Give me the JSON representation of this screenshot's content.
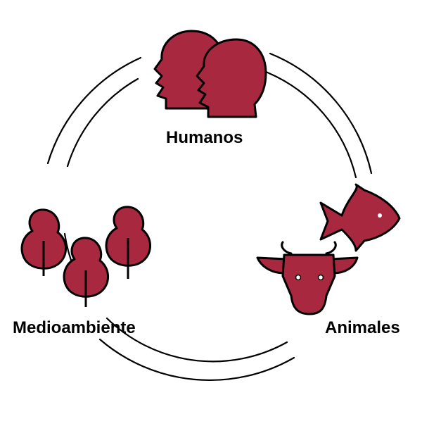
{
  "labels": {
    "humans": "Humanos",
    "environment": "Medioambiente",
    "animals": "Animales"
  },
  "icons": {
    "humans": "human-heads-icon",
    "environment": "trees-icon",
    "animals": [
      "fish-icon",
      "cow-head-icon"
    ]
  },
  "colors": {
    "accent": "#A8283F",
    "stroke": "#000000",
    "background": "#ffffff"
  }
}
